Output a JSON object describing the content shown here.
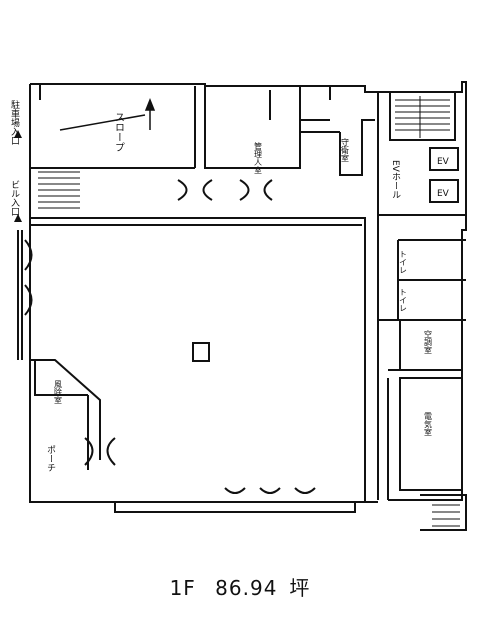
{
  "labels": {
    "parking_entrance": "駐車場入口",
    "building_entrance": "ビル入口",
    "slope": "スロープ",
    "management_office": "管理人室",
    "guard_room": "守衛室",
    "ev_hall": "EVホール",
    "ev_1": "EV",
    "ev_2": "EV",
    "toilet_1": "トイレ",
    "toilet_2": "トイレ",
    "ac_room": "空調室",
    "electric_room": "電気室",
    "windbreak": "風除室",
    "porch": "ポーチ"
  },
  "caption": {
    "floor": "1F",
    "area": "86.94",
    "unit": "坪"
  }
}
